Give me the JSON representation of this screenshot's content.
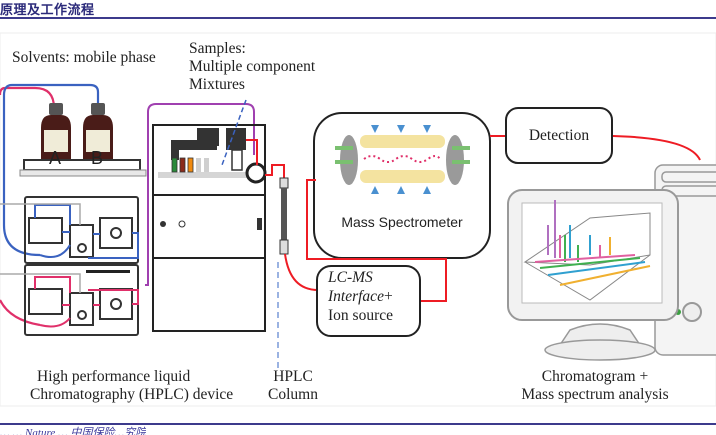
{
  "header": {
    "title": "原理及工作流程"
  },
  "footer": {
    "text": "… … Nature … 中国保险…究院"
  },
  "diagram": {
    "solvents_label": "Solvents: mobile phase",
    "bottle_a": "A",
    "bottle_b": "B",
    "samples_line1": "Samples:",
    "samples_line2": "Multiple component",
    "samples_line3": "Mixtures",
    "ms_label": "Mass Spectrometer",
    "detection_label": "Detection",
    "interface_line1": "LC-MS",
    "interface_line2": "Interface",
    "interface_plus": "+",
    "interface_line3": "Ion source",
    "hplc_line1": "High performance liquid",
    "hplc_line2": "Chromatography (HPLC) device",
    "column_line1": "HPLC",
    "column_line2": "Column",
    "analysis_line1": "Chromatogram +",
    "analysis_line2": "Mass spectrum analysis",
    "colors": {
      "solvent_a_line": "#e0306a",
      "solvent_b_line": "#3a62c0",
      "sample_line": "#a040b0",
      "flow_line": "#ee1c24",
      "header": "#2b2a7a"
    }
  }
}
